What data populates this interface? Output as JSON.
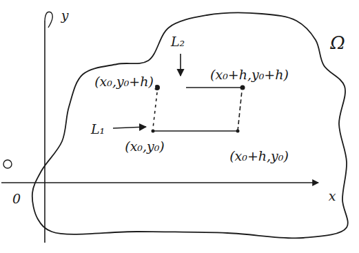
{
  "diagram": {
    "labels": [
      "y",
      "x",
      "Ω",
      "L₂",
      "L₁",
      "(x₀,y₀+h)",
      "(x₀+h,y₀+h)",
      "(x₀,y₀)",
      "(x₀+h,y₀)",
      "0"
    ]
  }
}
